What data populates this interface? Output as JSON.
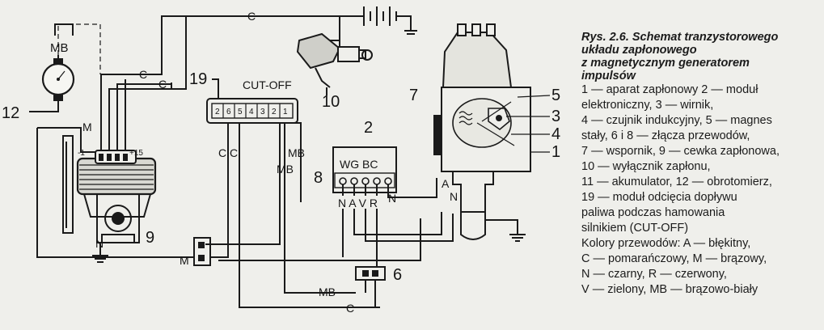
{
  "diagram": {
    "labels": {
      "mb_meter": "MB",
      "num_12": "12",
      "m_left": "M",
      "minus1": "-1",
      "plus15": "+15",
      "num_9": "9",
      "n_coil": "N",
      "c_top": "C",
      "c_left": "C",
      "c_mid": "C",
      "num_19": "19",
      "cutoff": "CUT-OFF",
      "num_10": "10",
      "pins": [
        "2",
        "6",
        "5",
        "4",
        "3",
        "2",
        "1"
      ],
      "cc": "C C",
      "mb_a": "MB",
      "mb_b": "MB",
      "m_bottom": "M",
      "mb_bottom": "MB",
      "c_bottom": "C",
      "num_2": "2",
      "wgbc": "WG BC",
      "num_8": "8",
      "nvr": "N A V R",
      "n_mod": "N",
      "num_6": "6",
      "num_7": "7",
      "num_5": "5",
      "num_3": "3",
      "num_4": "4",
      "num_1": "1",
      "a_dist": "A",
      "n_dist": "N"
    }
  },
  "caption": {
    "title_lines": [
      "Rys. 2.6. Schemat tranzystorowego",
      "układu zapłonowego",
      "z magnetycznym generatorem",
      "impulsów"
    ],
    "body_lines": [
      "1 — aparat zapłonowy 2 — moduł",
      "elektroniczny, 3 — wirnik,",
      "4 — czujnik indukcyjny, 5 — magnes",
      "stały, 6 i 8 — złącza przewodów,",
      "7 — wspornik, 9 — cewka zapłonowa,",
      "10 — wyłącznik zapłonu,",
      "11 — akumulator, 12 — obrotomierz,",
      "19 — moduł odcięcia dopływu",
      "paliwa podczas hamowania",
      "silnikiem (CUT-OFF)",
      "Kolory przewodów: A — błękitny,",
      "C — pomarańczowy, M — brązowy,",
      "N — czarny, R — czerwony,",
      "V — zielony, MB — brązowo-biały"
    ]
  }
}
